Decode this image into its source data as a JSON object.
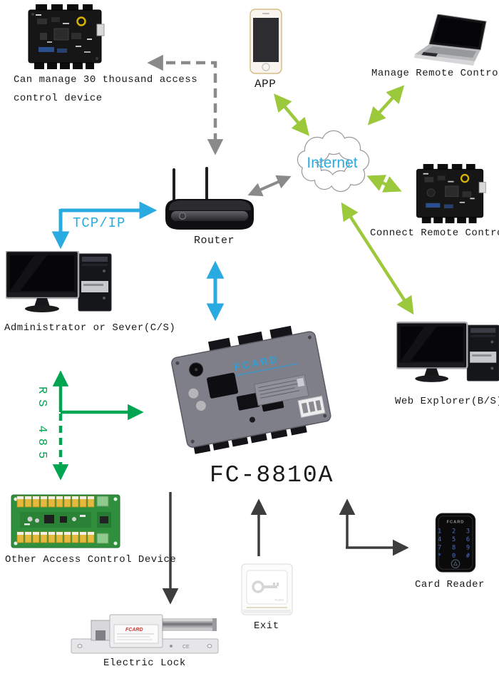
{
  "colors": {
    "cyan": "#29abe2",
    "lime": "#9cc83c",
    "green": "#00a551",
    "gray": "#8a8a8a",
    "dark": "#3d3d3d",
    "label": "#1a1a1a"
  },
  "labels": {
    "can_manage_1": "Can manage 30 thousand access",
    "can_manage_2": "control device",
    "app": "APP",
    "manage_remote": "Manage Remote Control",
    "internet": "Internet",
    "connect_remote": "Connect Remote Control",
    "router": "Router",
    "tcp_ip": "TCP/IP",
    "admin_server": "Administrator or Sever(C/S)",
    "rs485": "RS 485",
    "controller_model": "FC-8810A",
    "web_explorer": "Web Explorer(B/S)",
    "other_device": "Other Access Control Device",
    "exit": "Exit",
    "card_reader": "Card Reader",
    "electric_lock": "Electric Lock"
  },
  "devices": {
    "brand": "FCARD",
    "card_reader_keypad": [
      "1 2 3",
      "4 5 6",
      "7 8 9",
      "* 0 #"
    ],
    "exit_button_text": "PUSH",
    "lock_ce_mark": "CE"
  }
}
